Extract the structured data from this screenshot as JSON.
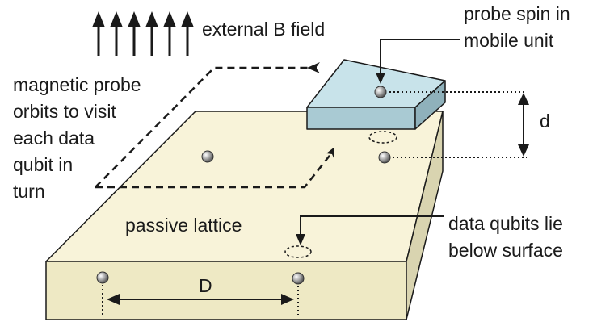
{
  "labels": {
    "external_field": "external B field",
    "probe_line1": "probe spin in",
    "probe_line2": "mobile unit",
    "orbit_line1": "magnetic probe",
    "orbit_line2": "orbits to visit",
    "orbit_line3": "each data",
    "orbit_line4": "qubit in",
    "orbit_line5": "turn",
    "distance_small": "d",
    "lattice": "passive lattice",
    "qubits_line1": "data qubits lie",
    "qubits_line2": "below surface",
    "distance_large": "D"
  },
  "colors": {
    "lattice_top": "#f8f3d9",
    "lattice_front": "#eee9c4",
    "lattice_side": "#d9d4b0",
    "probe_top": "#c8e3ea",
    "probe_front": "#a9cad3",
    "probe_side": "#8fb1bb",
    "stroke": "#1a1a1a"
  }
}
